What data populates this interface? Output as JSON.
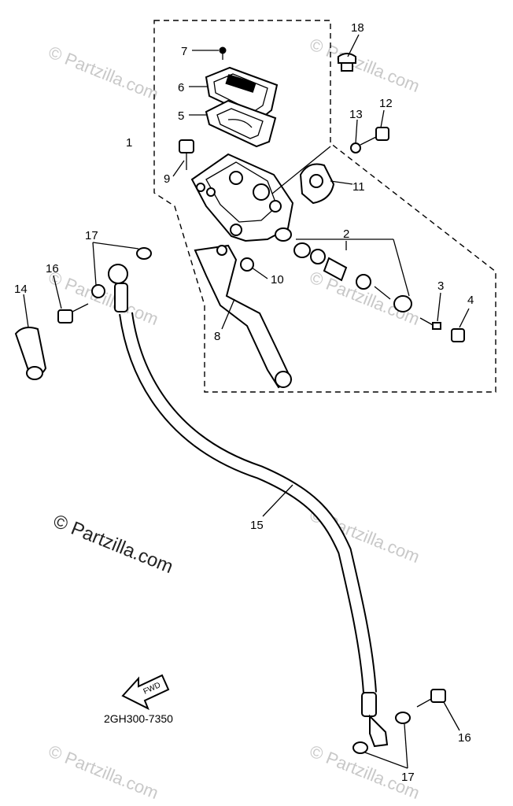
{
  "diagram": {
    "part_code": "2GH300-7350",
    "fwd_label": "FWD",
    "watermark_text": "© Partzilla.com",
    "watermark_brand": "Partzilla.com",
    "callouts": {
      "c1": "1",
      "c2": "2",
      "c3": "3",
      "c4": "4",
      "c5": "5",
      "c6": "6",
      "c7": "7",
      "c8": "8",
      "c9": "9",
      "c10": "10",
      "c11": "11",
      "c12": "12",
      "c13": "13",
      "c14": "14",
      "c15": "15",
      "c16a": "16",
      "c16b": "16",
      "c17a": "17",
      "c17b": "17",
      "c18": "18"
    }
  }
}
